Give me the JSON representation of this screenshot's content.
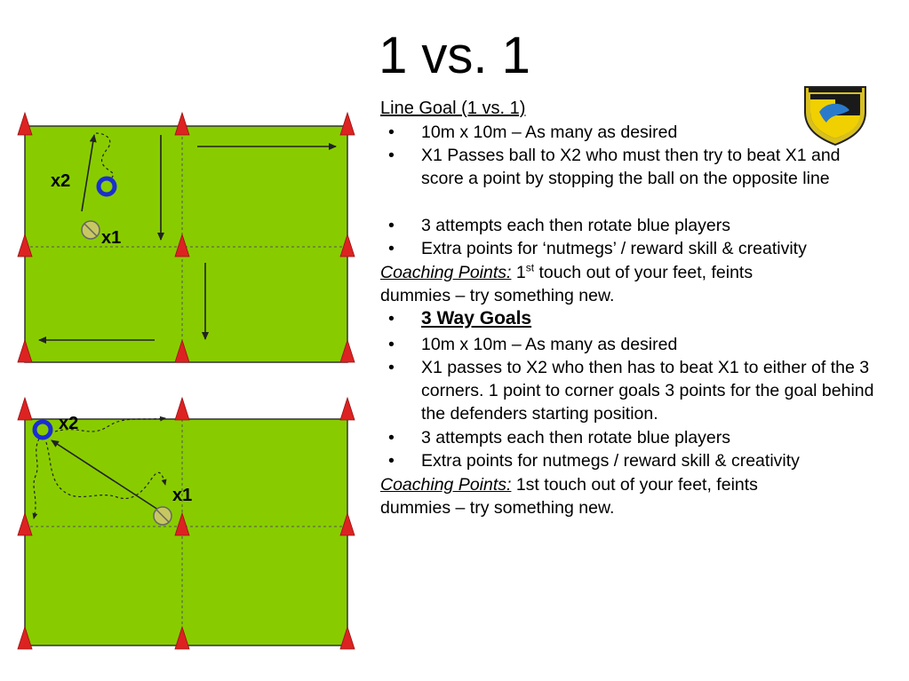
{
  "slide": {
    "title": "1 vs. 1"
  },
  "diagram_top": {
    "labels": {
      "x2": "x2",
      "x1": "x1"
    }
  },
  "diagram_bottom": {
    "labels": {
      "x2": "x2",
      "x1": "x1"
    }
  },
  "section1": {
    "heading": "Line Goal (1 vs. 1)",
    "bullets": [
      "10m x 10m – As many as desired",
      "X1 Passes ball to X2 who must then try to beat X1 and score a point by stopping the ball on the opposite line",
      "3 attempts each then rotate blue players",
      "Extra points for ‘nutmegs’ / reward skill & creativity"
    ],
    "coaching_label": "Coaching Points:",
    "coaching_pre": " 1",
    "coaching_sup": "st",
    "coaching_post": " touch out of your feet, feints",
    "coaching_line2": "dummies – try something new."
  },
  "section2": {
    "heading": "3 Way Goals",
    "bullets": [
      "10m x 10m – As many as desired",
      "X1 passes to X2 who then has to beat X1 to either of the 3 corners. 1 point to corner goals 3 points for the goal behind the defenders starting position.",
      "3 attempts each then rotate blue players",
      "Extra points for nutmegs / reward skill & creativity"
    ],
    "coaching_label": "Coaching Points:",
    "coaching_text": " 1st touch out of your feet, feints",
    "coaching_line2": "dummies – try something new."
  },
  "bullet_char": "•",
  "colors": {
    "pitch": "#88cc00",
    "cone": "#dd2222",
    "player_blue": "#1a2fd0",
    "player_ball": "#c8c860",
    "arrow": "#222222"
  }
}
